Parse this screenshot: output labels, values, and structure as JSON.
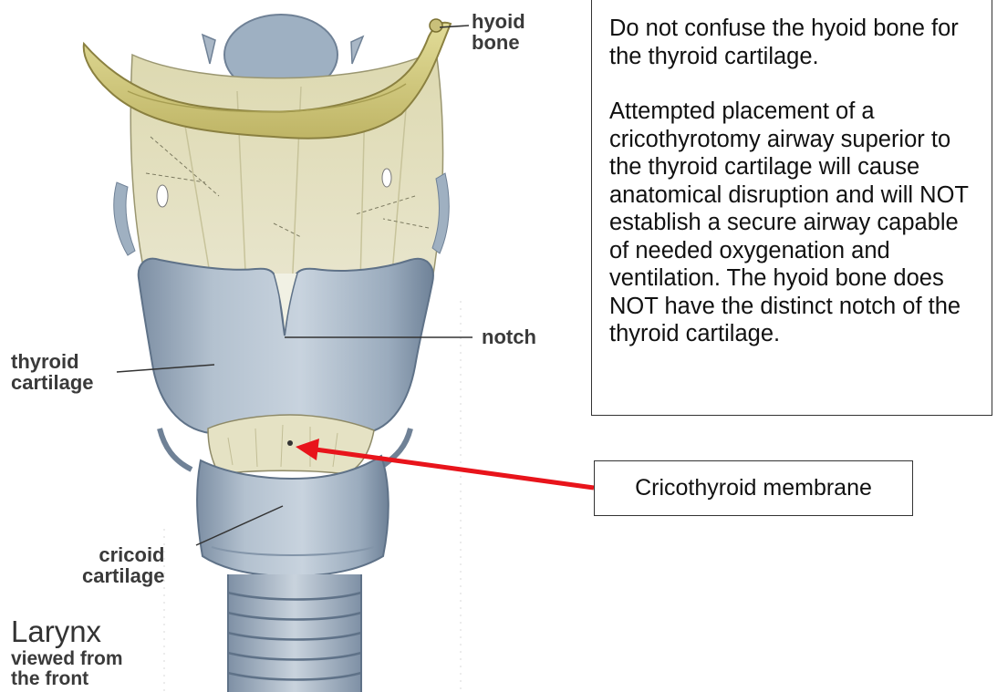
{
  "labels": {
    "hyoid_bone": [
      "hyoid",
      "bone"
    ],
    "notch": "notch",
    "thyroid_cartilage": [
      "thyroid",
      "cartilage"
    ],
    "cricoid_cartilage": [
      "cricoid",
      "cartilage"
    ],
    "title": "Larynx",
    "subtitle": [
      "viewed from",
      "the front"
    ]
  },
  "note": {
    "paragraph1": "Do not confuse the hyoid bone for the thyroid cartilage.",
    "paragraph2": "Attempted placement of a cricothyrotomy airway superior to the thyroid cartilage will cause anatomical disruption and will NOT establish a secure airway capable of needed oxygenation and ventilation. The hyoid bone does NOT have the distinct notch of the thyroid cartilage."
  },
  "callout": {
    "label": "Cricothyroid membrane",
    "arrow_color": "#e8141b"
  },
  "colors": {
    "hyoid": "#d9d28a",
    "membrane": "#e3e1b8",
    "cartilage": "#a9b7c6",
    "cartilage_shade": "#7f92a6",
    "trachea": "#b4c0cc"
  }
}
